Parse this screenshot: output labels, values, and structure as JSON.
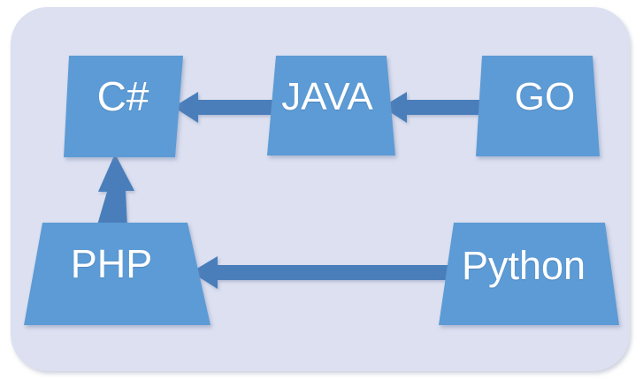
{
  "diagram": {
    "title": "Programming language progression diagram",
    "background_color": "#ffffff",
    "panel": {
      "name": "panel",
      "fill": "#dce0f0",
      "corner_radius": 42
    },
    "node_fill": "#5b9bd5",
    "node_text_color": "#ffffff",
    "arrow_fill": "#4a7ebb",
    "nodes": [
      {
        "id": "csharp",
        "label": "C#",
        "shape": "trapezoid",
        "row": "top",
        "col": 1
      },
      {
        "id": "java",
        "label": "JAVA",
        "shape": "trapezoid",
        "row": "top",
        "col": 2
      },
      {
        "id": "go",
        "label": "GO",
        "shape": "trapezoid",
        "row": "top",
        "col": 3
      },
      {
        "id": "php",
        "label": "PHP",
        "shape": "trapezoid",
        "row": "bottom",
        "col": 1
      },
      {
        "id": "python",
        "label": "Python",
        "shape": "trapezoid",
        "row": "bottom",
        "col": 3
      }
    ],
    "arrows": [
      {
        "id": "java-to-csharp",
        "from": "java",
        "to": "csharp",
        "direction": "left"
      },
      {
        "id": "go-to-java",
        "from": "go",
        "to": "java",
        "direction": "left"
      },
      {
        "id": "python-to-php",
        "from": "python",
        "to": "php",
        "direction": "left"
      },
      {
        "id": "php-to-csharp",
        "from": "php",
        "to": "csharp",
        "direction": "up"
      }
    ]
  }
}
